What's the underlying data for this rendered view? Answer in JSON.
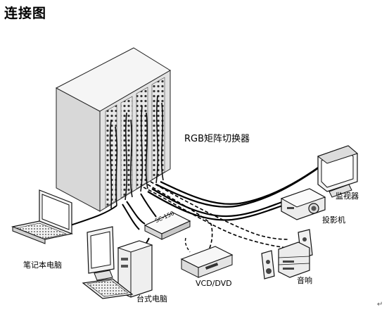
{
  "title": "连接图",
  "labels": {
    "matrix": "RGB矩阵切换器",
    "monitor": "监视器",
    "projector": "投影机",
    "laptop": "笔记本电脑",
    "desktop": "台式电脑",
    "converter": "SC-150",
    "vcd": "VCD/DVD",
    "audio": "音响"
  },
  "paragraph_mark": "↵"
}
